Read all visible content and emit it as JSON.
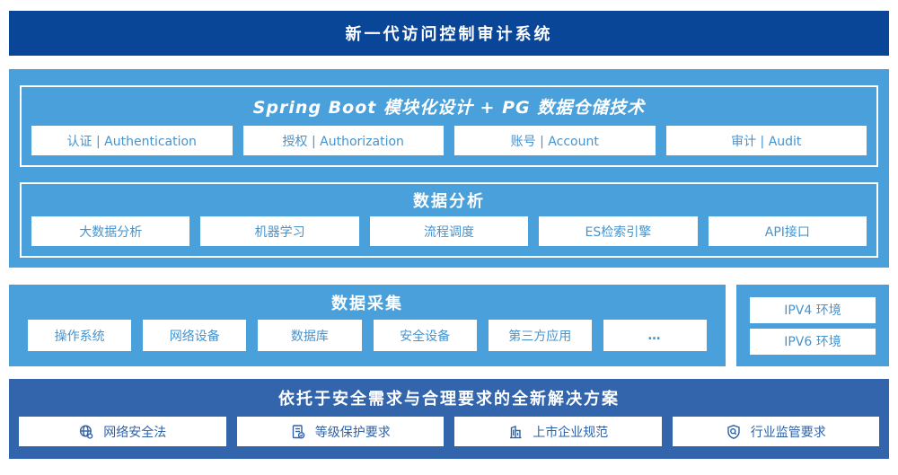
{
  "header": {
    "title": "新一代访问控制审计系统"
  },
  "architecture": {
    "springboot": {
      "title": "Spring Boot 模块化设计 + PG 数据仓储技术",
      "items": [
        "认证 | Authentication",
        "授权 | Authorization",
        "账号 | Account",
        "审计 | Audit"
      ]
    },
    "analysis": {
      "title": "数据分析",
      "items": [
        "大数据分析",
        "机器学习",
        "流程调度",
        "ES检索引擎",
        "API接口"
      ]
    }
  },
  "collection": {
    "title": "数据采集",
    "items": [
      "操作系统",
      "网络设备",
      "数据库",
      "安全设备",
      "第三方应用",
      "…"
    ]
  },
  "environments": {
    "items": [
      "IPV4 环境",
      "IPV6 环境"
    ]
  },
  "solution": {
    "title": "依托于安全需求与合理要求的全新解决方案",
    "items": [
      {
        "icon": "globe-icon",
        "label": "网络安全法"
      },
      {
        "icon": "document-check-icon",
        "label": "等级保护要求"
      },
      {
        "icon": "building-icon",
        "label": "上市企业规范"
      },
      {
        "icon": "shield-search-icon",
        "label": "行业监管要求"
      }
    ]
  },
  "colors": {
    "header_bg": "#0a4697",
    "panel_bg": "#4aa0da",
    "solution_bg": "#3365ac",
    "box_text_blue": "#4494d0",
    "solution_text_blue": "#2e62a9",
    "white": "#ffffff"
  }
}
